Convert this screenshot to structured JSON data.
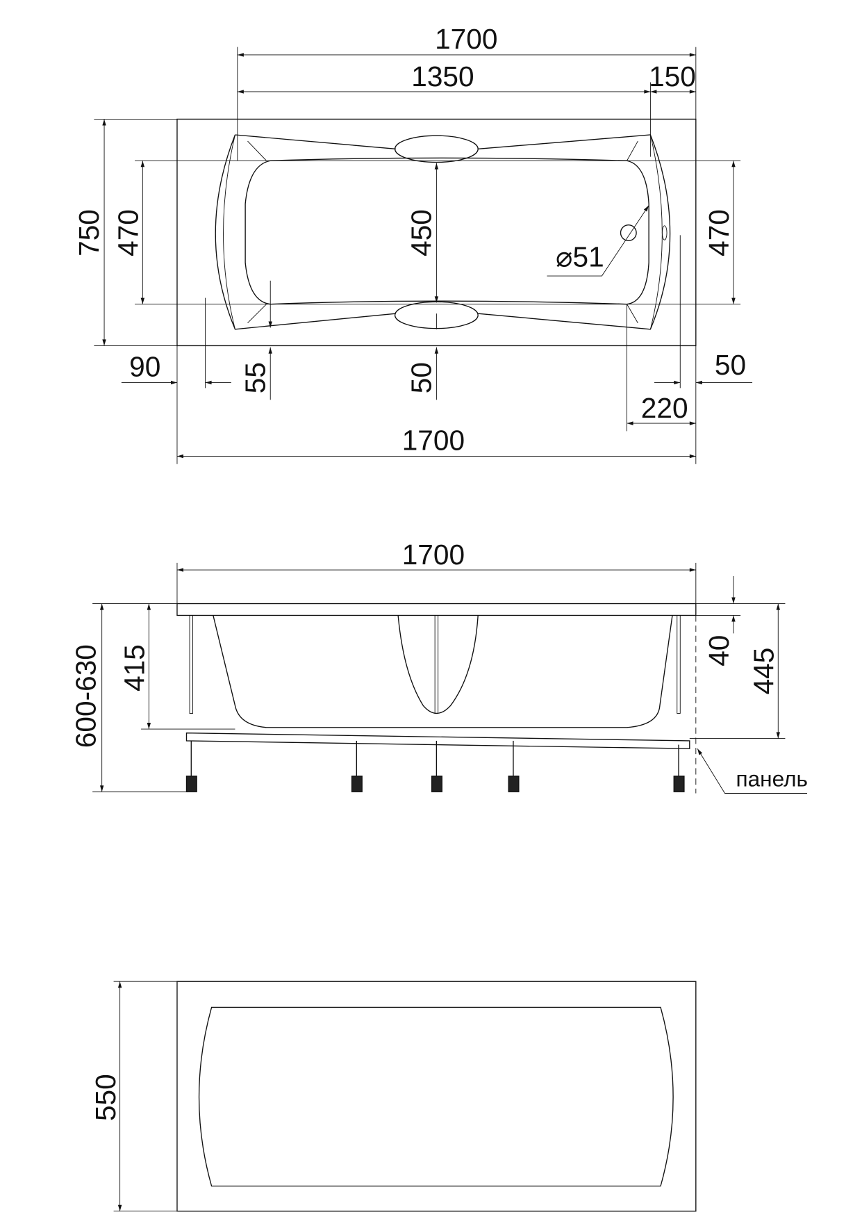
{
  "top_view": {
    "overall_length": "1700",
    "inner_length": "1350",
    "end_offset": "150",
    "overall_width": "750",
    "left_width": "470",
    "right_width": "470",
    "center_width": "450",
    "drain_diameter": "⌀51",
    "left_offset": "90",
    "rim_55": "55",
    "rim_50_center": "50",
    "right_offset": "50",
    "drain_offset": "220",
    "bottom_length": "1700"
  },
  "side_view": {
    "length": "1700",
    "total_height": "600-630",
    "depth": "415",
    "rim_height": "40",
    "panel_height_dim": "445",
    "panel_label": "панель"
  },
  "panel_view": {
    "height": "550"
  }
}
